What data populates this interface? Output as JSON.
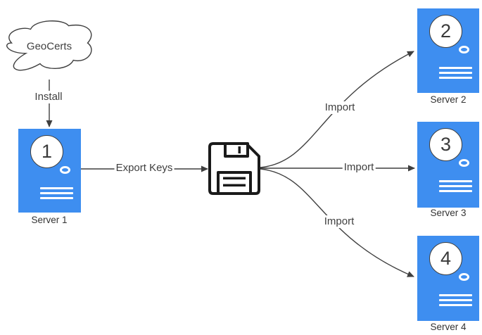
{
  "diagram": {
    "cloud": {
      "label": "GeoCerts"
    },
    "edges": {
      "install": {
        "label": "Install"
      },
      "export_keys": {
        "label": "Export Keys"
      },
      "import_to_server2": {
        "label": "Import"
      },
      "import_to_server3": {
        "label": "Import"
      },
      "import_to_server4": {
        "label": "Import"
      }
    },
    "servers": [
      {
        "number": "1",
        "label": "Server 1"
      },
      {
        "number": "2",
        "label": "Server 2"
      },
      {
        "number": "3",
        "label": "Server 3"
      },
      {
        "number": "4",
        "label": "Server 4"
      }
    ],
    "storage": {
      "icon": "floppy-disk-icon"
    },
    "colors": {
      "server_fill": "#3e8ef0",
      "line_stroke": "#3f3f3f",
      "floppy_stroke": "#1a1a1a",
      "background": "#ffffff",
      "text": "#3f3f3f"
    }
  }
}
